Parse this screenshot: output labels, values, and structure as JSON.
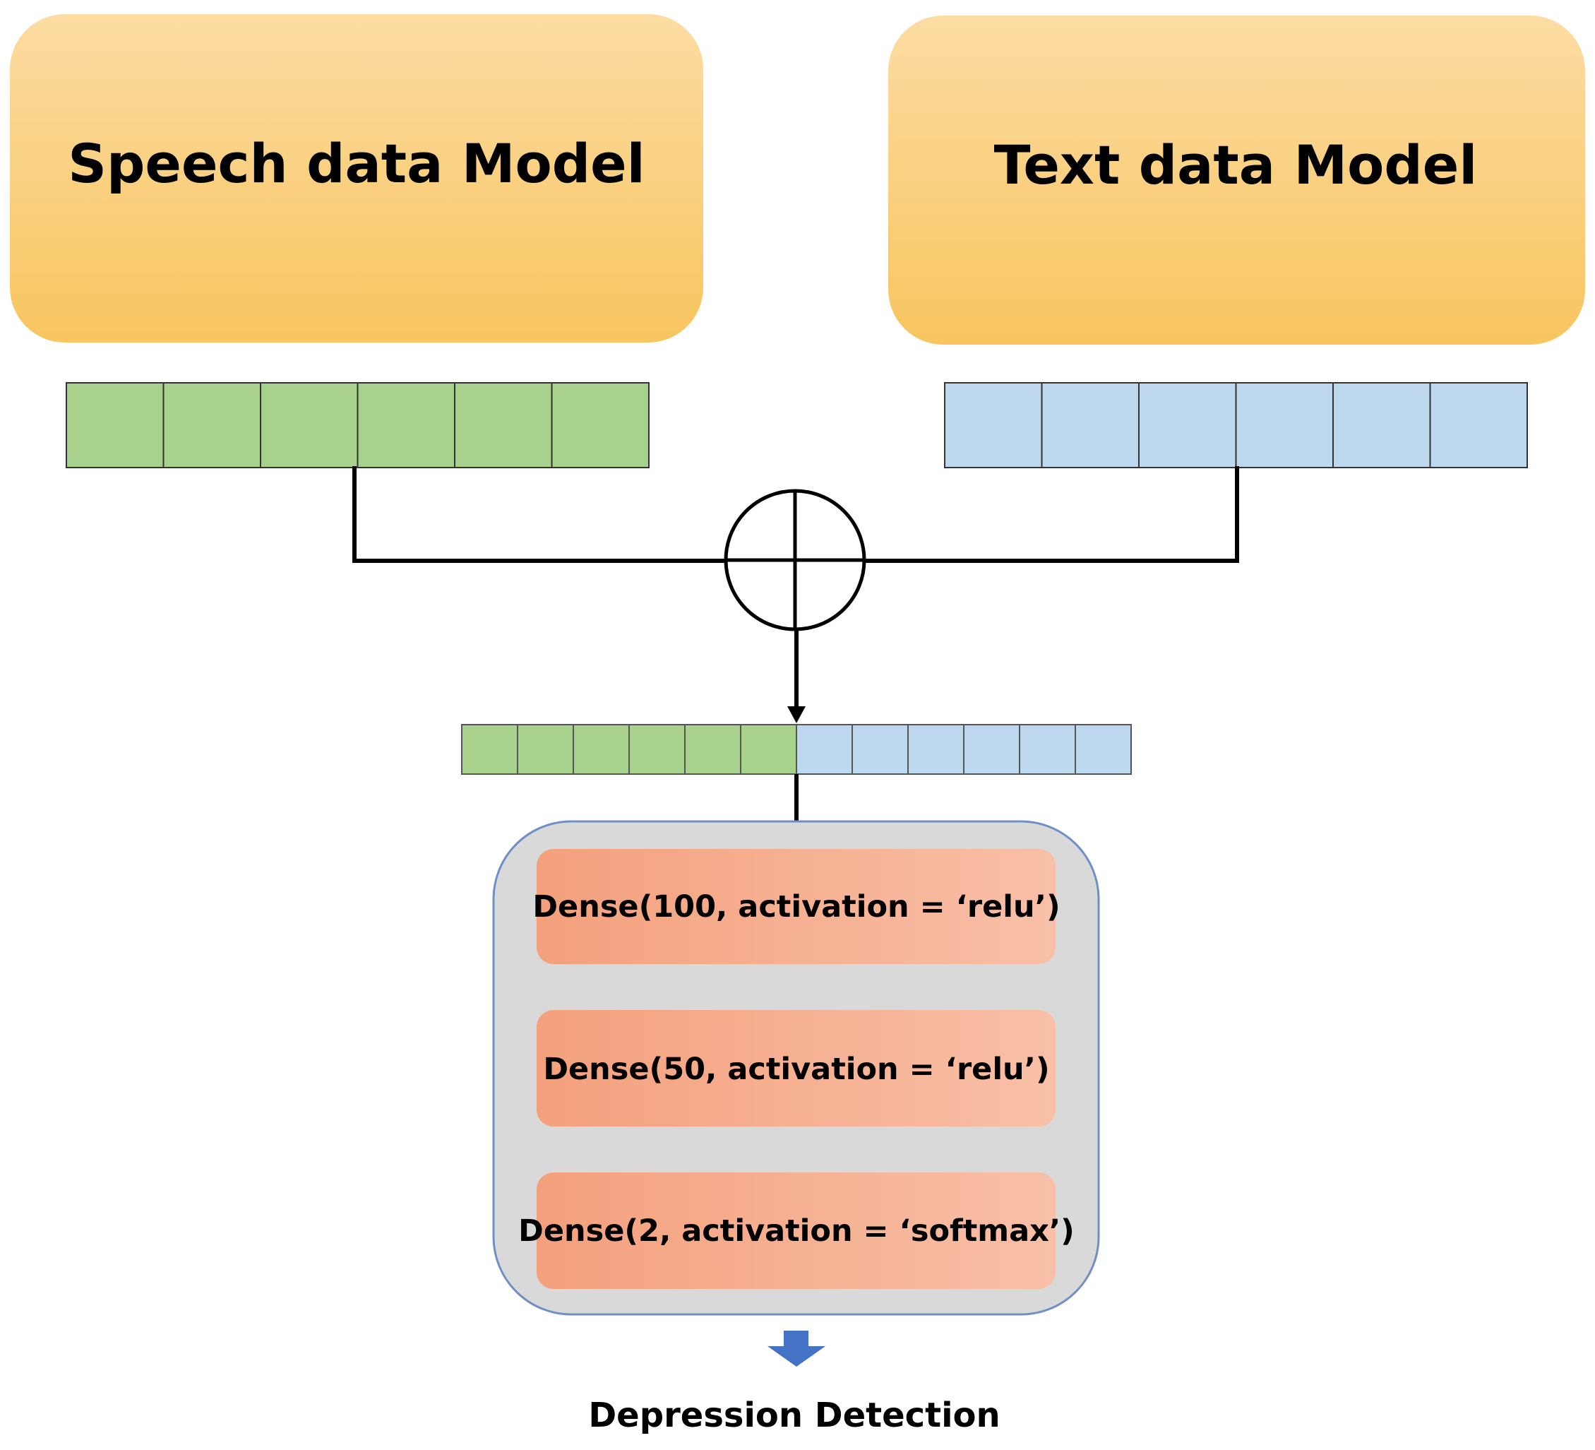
{
  "models": {
    "speech": {
      "title": "Speech data Model"
    },
    "text": {
      "title": "Text data Model"
    }
  },
  "feature_vectors": {
    "speech": {
      "cells": 6,
      "color": "#a9d18e"
    },
    "text": {
      "cells": 6,
      "color": "#bdd7ee"
    }
  },
  "dense_block": {
    "layers": [
      {
        "label": "Dense(100, activation = ‘relu’)"
      },
      {
        "label": "Dense(50, activation = ‘relu’)"
      },
      {
        "label": "Dense(2, activation = ‘softmax’)"
      }
    ]
  },
  "output": {
    "label": "Depression Detection"
  },
  "colors": {
    "model_box_top": "#fcdca3",
    "model_box_bottom": "#f8c55f",
    "dense_block_bg": "#d9d9d9",
    "dense_block_border": "#6f8fc7",
    "layer_left": "#f4a07c",
    "layer_right": "#f8c0a8",
    "output_arrow": "#4472c4"
  }
}
